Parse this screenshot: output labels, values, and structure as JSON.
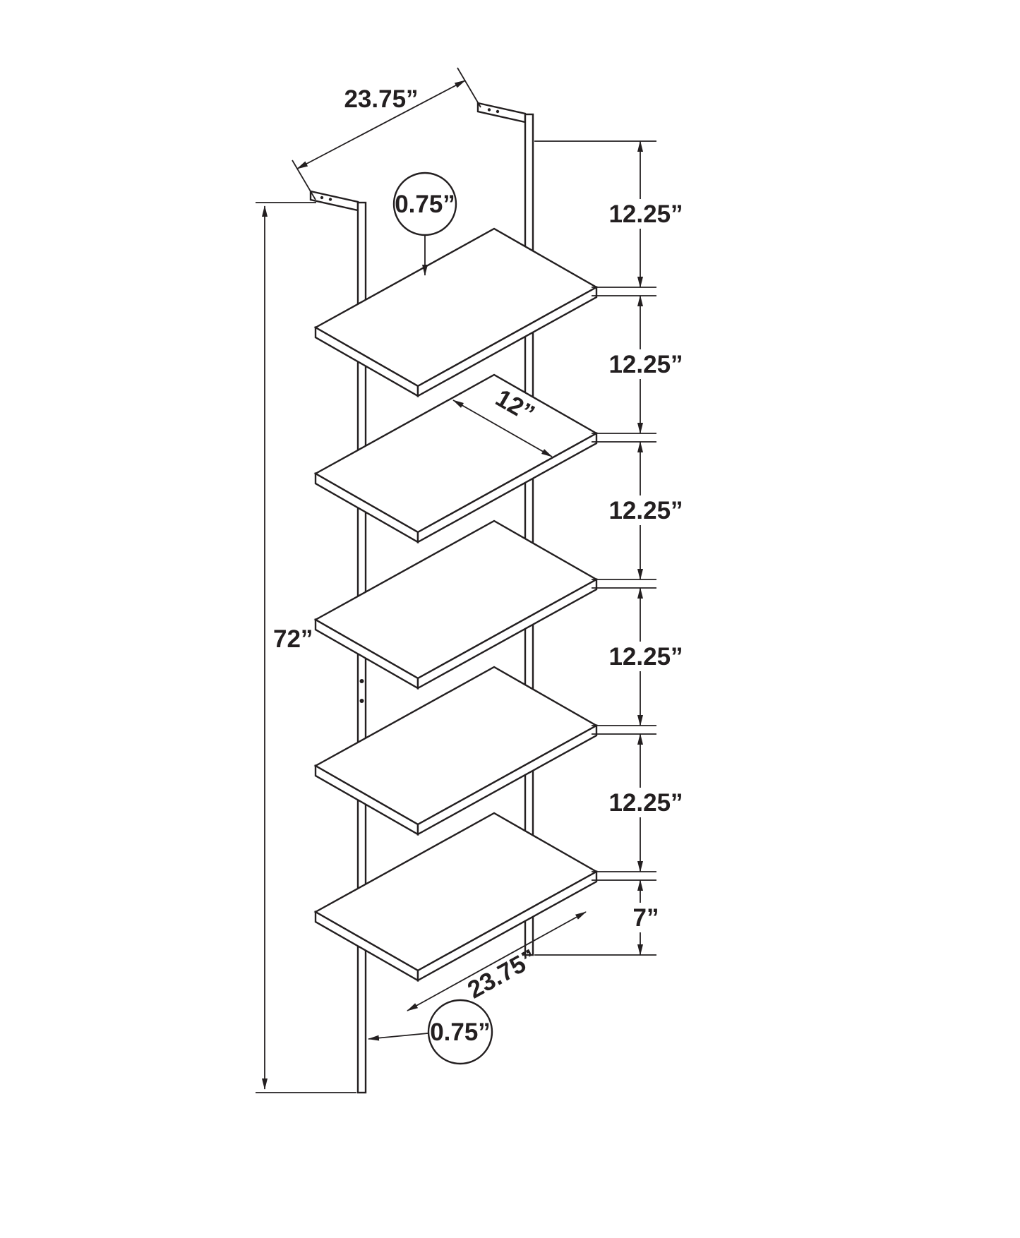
{
  "canvas": {
    "background": "#ffffff",
    "line_color": "#231f20"
  },
  "dimensions": {
    "top_width": "23.75”",
    "top_shelf_thickness": "0.75”",
    "shelf_spacings": [
      "12.25”",
      "12.25”",
      "12.25”",
      "12.25”",
      "12.25”"
    ],
    "overall_height": "72”",
    "shelf_depth": "12”",
    "bottom_shelf_width": "23.75”",
    "bottom_clearance": "7”",
    "frame_tube_thickness": "0.75”"
  }
}
